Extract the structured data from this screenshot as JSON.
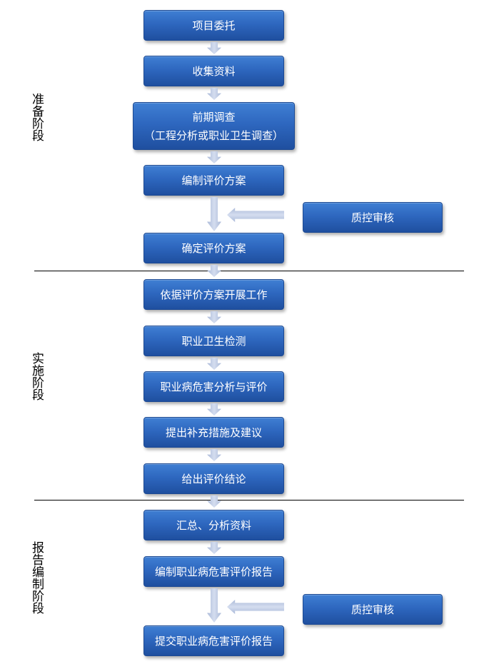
{
  "stages": {
    "prep": "准备阶段",
    "impl": "实施阶段",
    "report": "报告编制阶段"
  },
  "steps": {
    "s1": "项目委托",
    "s2": "收集资料",
    "s3_line1": "前期调查",
    "s3_line2": "（工程分析或职业卫生调查）",
    "s4": "编制评价方案",
    "s5": "确定评价方案",
    "s6": "依据评价方案开展工作",
    "s7": "职业卫生检测",
    "s8": "职业病危害分析与评价",
    "s9": "提出补充措施及建议",
    "s10": "给出评价结论",
    "s11": "汇总、分析资料",
    "s12": "编制职业病危害评价报告",
    "s13": "提交职业病危害评价报告"
  },
  "review": {
    "r1": "质控审核",
    "r2": "质控审核"
  },
  "colors": {
    "box_top": "#3f7fd3",
    "box_bottom": "#1f4f9f",
    "arrow": "#aab9d8",
    "divider": "#000000"
  }
}
